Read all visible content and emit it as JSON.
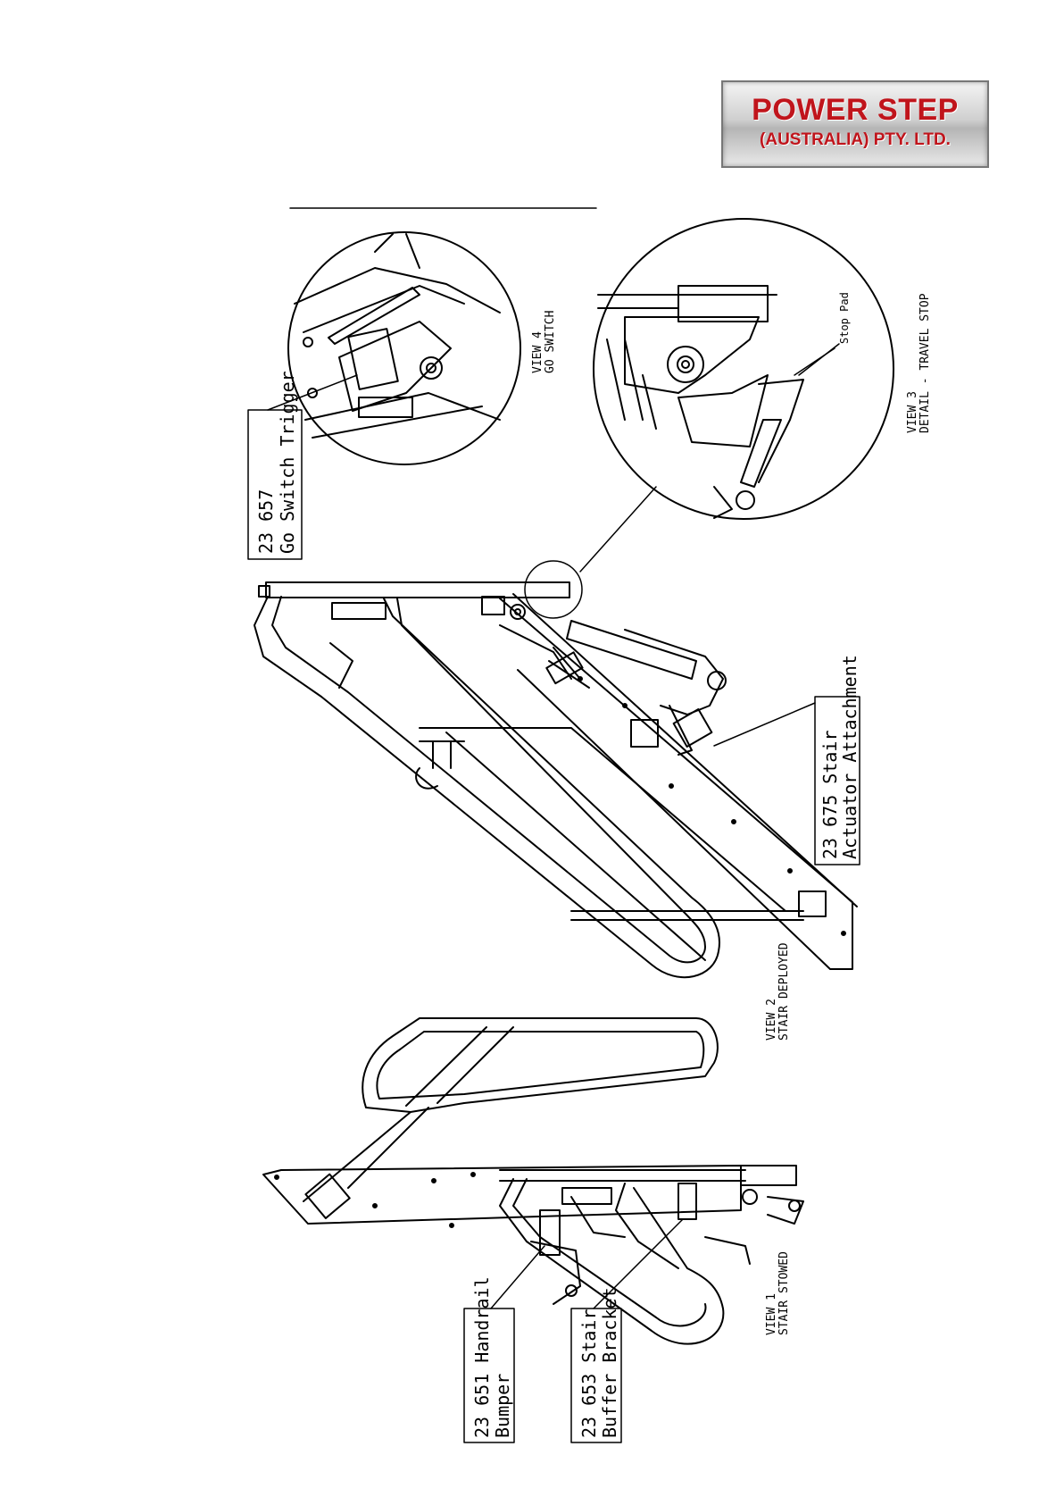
{
  "logo": {
    "line1": "POWER STEP",
    "line2": "(AUSTRALIA) PTY. LTD."
  },
  "views": {
    "view1": {
      "line1": "VIEW  1",
      "line2": "STAIR STOWED"
    },
    "view2": {
      "line1": "VIEW  2",
      "line2": "STAIR DEPLOYED"
    },
    "view3": {
      "line1": "VIEW  3",
      "line2": "DETAIL - TRAVEL STOP"
    },
    "view4": {
      "line1": "VIEW  4",
      "line2": "GO SWITCH"
    }
  },
  "callouts": {
    "go_switch": {
      "line1": "23  657",
      "line2": "Go Switch Trigger"
    },
    "actuator": {
      "line1": "23  675   Stair",
      "line2": "Actuator Attachment"
    },
    "handrail_bumper": {
      "line1": "23  651 Handrail",
      "line2": "Bumper"
    },
    "buffer_bracket": {
      "line1": "23  653  Stair",
      "line2": "Buffer Bracket"
    },
    "stop_pad": "Stop Pad"
  },
  "colors": {
    "line": "#000000",
    "logo_text": "#c0141b"
  }
}
